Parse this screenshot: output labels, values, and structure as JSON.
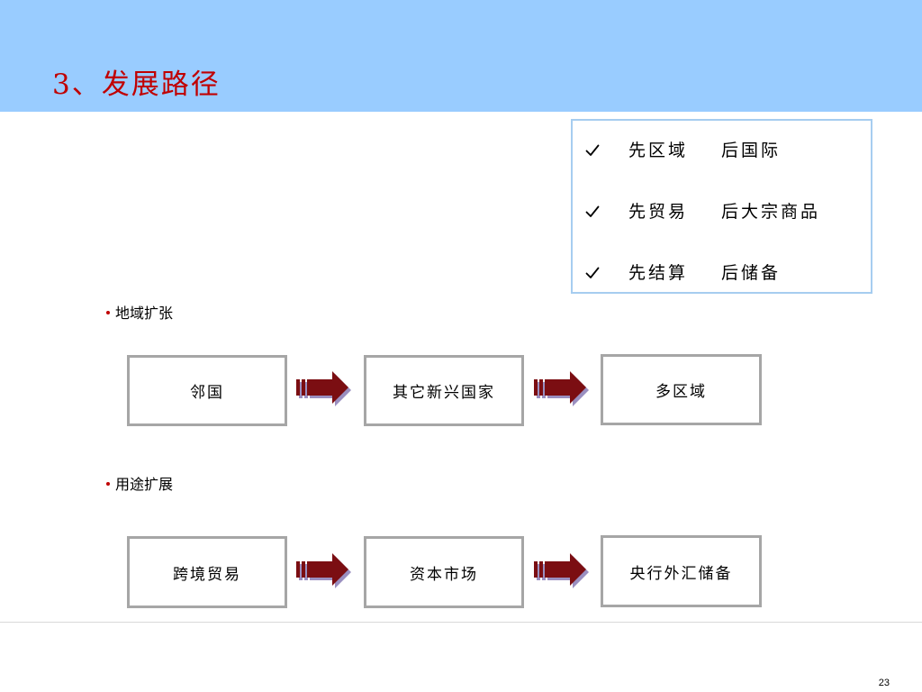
{
  "title": "3、发展路径",
  "principles": [
    {
      "check_icon": "checkmark-icon",
      "first": "先区域",
      "then": "后国际"
    },
    {
      "check_icon": "checkmark-icon",
      "first": "先贸易",
      "then": "后大宗商品"
    },
    {
      "check_icon": "checkmark-icon",
      "first": "先结算",
      "then": "后储备"
    }
  ],
  "sections": [
    {
      "label": "地域扩张",
      "steps": [
        "邻国",
        "其它新兴国家",
        "多区域"
      ]
    },
    {
      "label": "用途扩展",
      "steps": [
        "跨境贸易",
        "资本市场",
        "央行外汇储备"
      ]
    }
  ],
  "arrow_icon": "right-arrow-icon",
  "page_number": "23",
  "colors": {
    "header_band": "#99ccff",
    "title": "#c00000",
    "box_border": "#a6a6a6",
    "principles_border": "#a6cdf0",
    "arrow_fill": "#7b0e12",
    "arrow_shadow": "#9a8fc0"
  }
}
